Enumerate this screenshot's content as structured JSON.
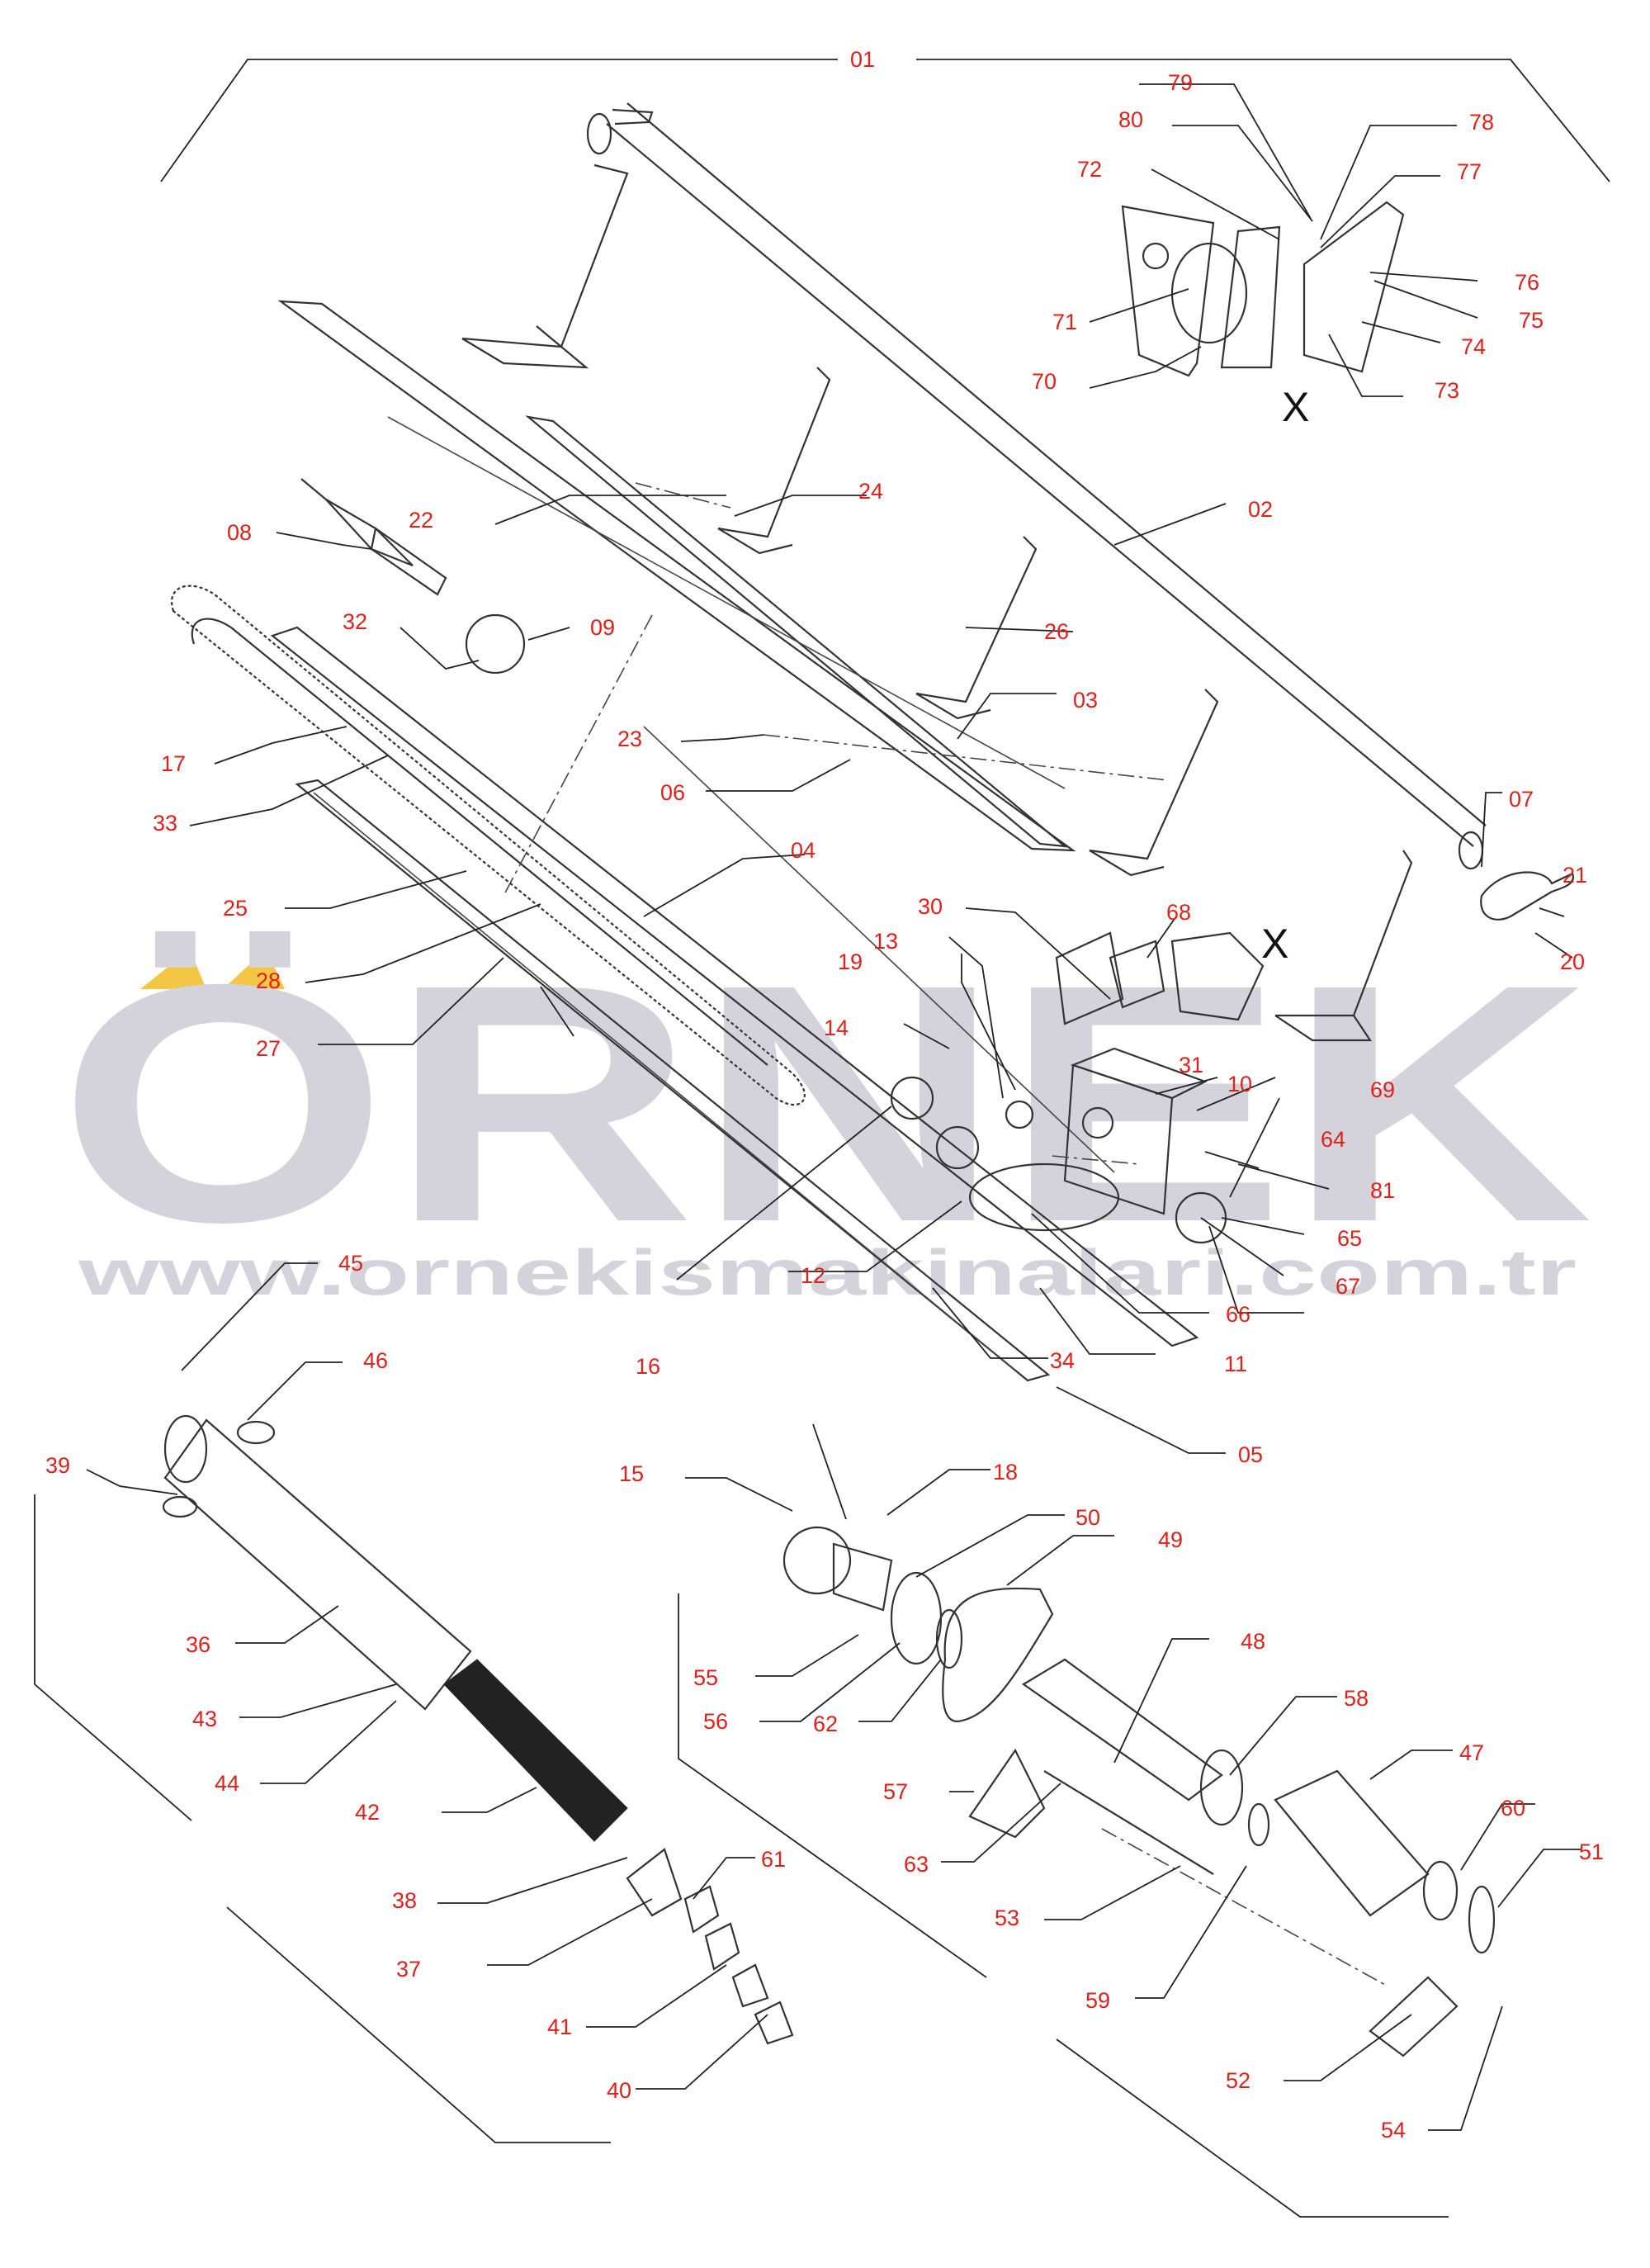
{
  "watermark": {
    "brand": "ÖRNEK",
    "url": "www.ornekismakinalari.com.tr",
    "color": "#d4d3db",
    "accent": "#f3c646"
  },
  "marker": "X",
  "callout_color": "#e0201b",
  "labels": [
    "01",
    "02",
    "03",
    "04",
    "05",
    "06",
    "07",
    "08",
    "09",
    "10",
    "11",
    "12",
    "13",
    "14",
    "15",
    "16",
    "17",
    "18",
    "19",
    "20",
    "21",
    "22",
    "23",
    "24",
    "25",
    "26",
    "27",
    "28",
    "30",
    "31",
    "32",
    "33",
    "34",
    "36",
    "37",
    "38",
    "39",
    "40",
    "41",
    "42",
    "43",
    "44",
    "45",
    "46",
    "47",
    "48",
    "49",
    "50",
    "51",
    "52",
    "53",
    "54",
    "55",
    "56",
    "57",
    "58",
    "59",
    "60",
    "61",
    "62",
    "63",
    "64",
    "65",
    "66",
    "67",
    "68",
    "69",
    "70",
    "71",
    "72",
    "73",
    "74",
    "75",
    "76",
    "77",
    "78",
    "79",
    "80",
    "81"
  ]
}
